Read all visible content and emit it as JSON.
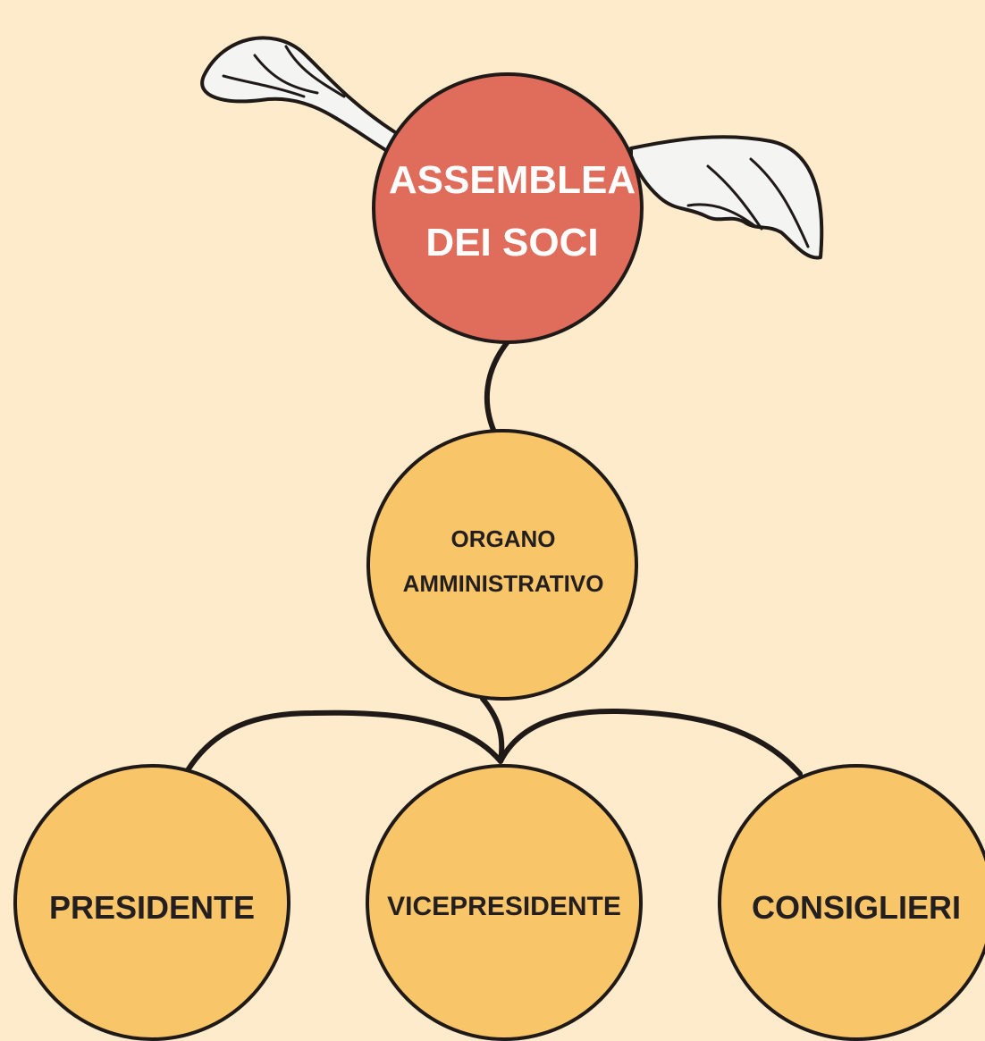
{
  "colors": {
    "background": "#fdebcb",
    "assembly_fill": "#e06c5b",
    "node_fill": "#f9c569",
    "outline": "#1f1a17"
  },
  "nodes": {
    "assembly": {
      "lines": [
        "ASSEMBLEA",
        "DEI SOCI"
      ]
    },
    "admin_body": {
      "lines": [
        "ORGANO",
        "AMMINISTRATIVO"
      ]
    },
    "president": {
      "label": "PRESIDENTE"
    },
    "vice_president": {
      "label": "VICEPRESIDENTE"
    },
    "councillors": {
      "label": "CONSIGLIERI"
    }
  },
  "decorations": {
    "wings_icon": "winged-assembly-icon"
  }
}
